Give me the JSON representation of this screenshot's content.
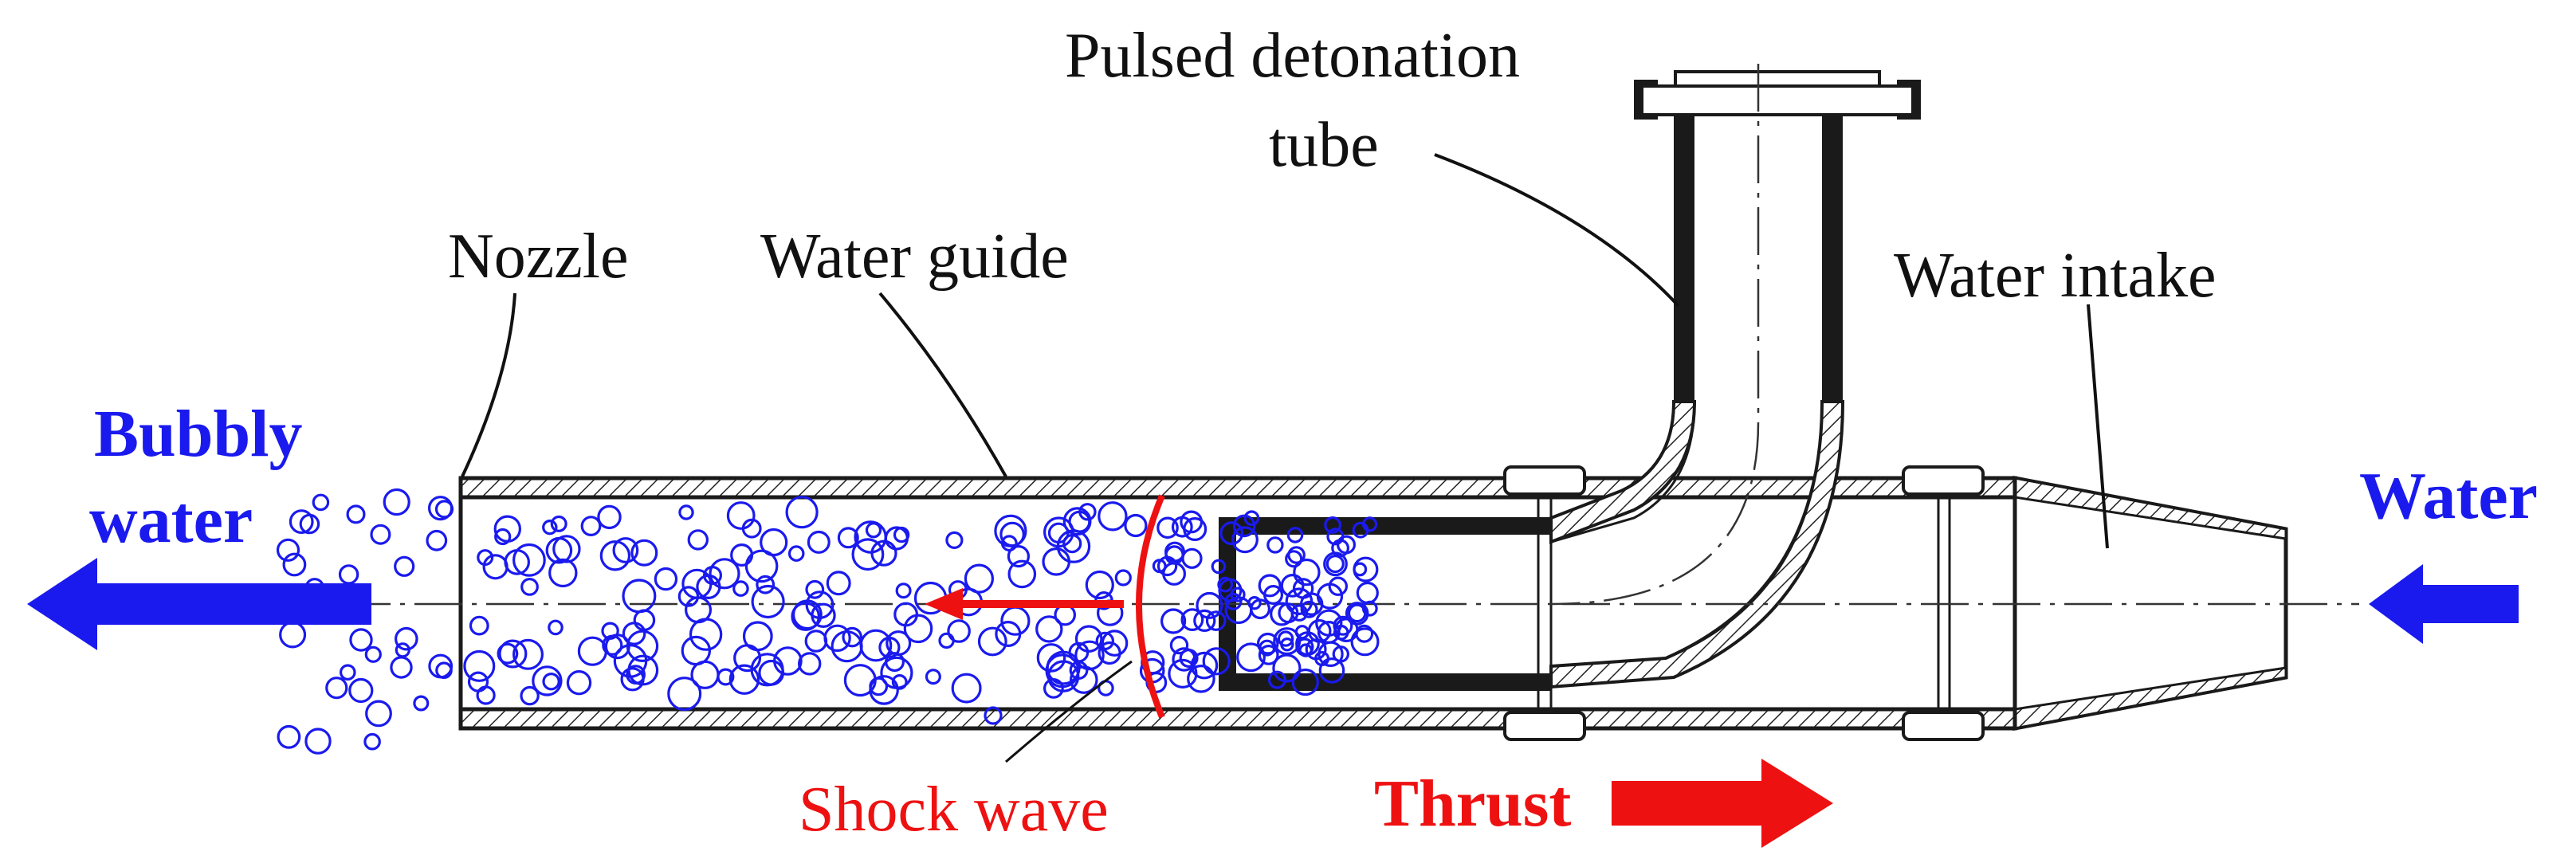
{
  "labels": {
    "pulsed_tube_line1": "Pulsed detonation",
    "pulsed_tube_line2": "tube",
    "nozzle": "Nozzle",
    "water_guide": "Water guide",
    "water_intake": "Water intake",
    "bubbly_line1": "Bubbly",
    "bubbly_line2": "water",
    "water": "Water",
    "shock_wave": "Shock wave",
    "thrust": "Thrust"
  },
  "colors": {
    "blue": "#1a1aee",
    "red": "#ee1111",
    "ink": "#111111"
  },
  "icons": {
    "outflow_arrow": "arrow-left-icon",
    "inflow_arrow": "arrow-left-icon",
    "thrust_arrow": "arrow-right-icon",
    "shock_arrow": "arrow-left-icon"
  }
}
